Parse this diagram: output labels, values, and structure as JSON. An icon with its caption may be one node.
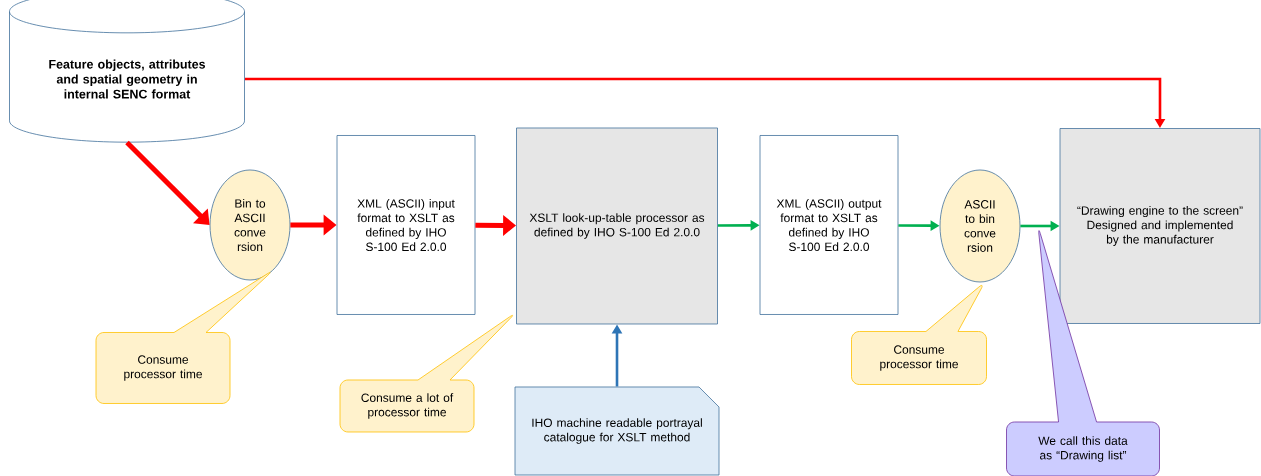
{
  "diagram": {
    "nodes": [
      {
        "text": [
          "Feature objects, attributes and spatial geometry in internal SENC format"
        ]
      },
      {
        "text": [
          "Bin to ASCII conve rsion"
        ]
      },
      {
        "text": [
          "XML (ASCII) input format to XSLT as defined by IHO S-100 Ed 2.0.0"
        ]
      },
      {
        "text": [
          "XSLT look-up-table processor as defined by IHO S-100 Ed 2.0.0"
        ]
      },
      {
        "text": [
          "XML (ASCII) output format to XSLT as defined by IHO S-100 Ed 2.0.0"
        ]
      },
      {
        "text": [
          "ASCII to bin conve rsion"
        ]
      },
      {
        "text": [
          "“Drawing engine to the screen” Designed and implemented by the manufacturer"
        ]
      },
      {
        "text": [
          "Consume processor time"
        ]
      },
      {
        "text": [
          "Consume a lot of processor time"
        ]
      },
      {
        "text": [
          "IHO machine readable portrayal catalogue for XSLT method"
        ]
      },
      {
        "text": [
          "Consume processor time"
        ]
      },
      {
        "text": [
          "We call this data as “Drawing list”"
        ]
      }
    ],
    "edges": [
      {
        "from": 0,
        "to": 1,
        "arrow": "to",
        "style": "thick",
        "color": "#ff0000"
      },
      {
        "from": 1,
        "to": 2,
        "arrow": "to",
        "style": "thick",
        "color": "#ff0000"
      },
      {
        "from": 2,
        "to": 3,
        "arrow": "to",
        "style": "thick",
        "color": "#ff0000"
      },
      {
        "from": 3,
        "to": 4,
        "arrow": "to",
        "color": "#00b050"
      },
      {
        "from": 4,
        "to": 5,
        "arrow": "to",
        "color": "#00b050"
      },
      {
        "from": 5,
        "to": 6,
        "arrow": "to",
        "color": "#00b050"
      },
      {
        "from": 0,
        "to": 6,
        "arrow": "to",
        "color": "#ff0000"
      },
      {
        "from": 9,
        "to": 3,
        "arrow": "to",
        "color": "#2e75b6"
      }
    ]
  }
}
